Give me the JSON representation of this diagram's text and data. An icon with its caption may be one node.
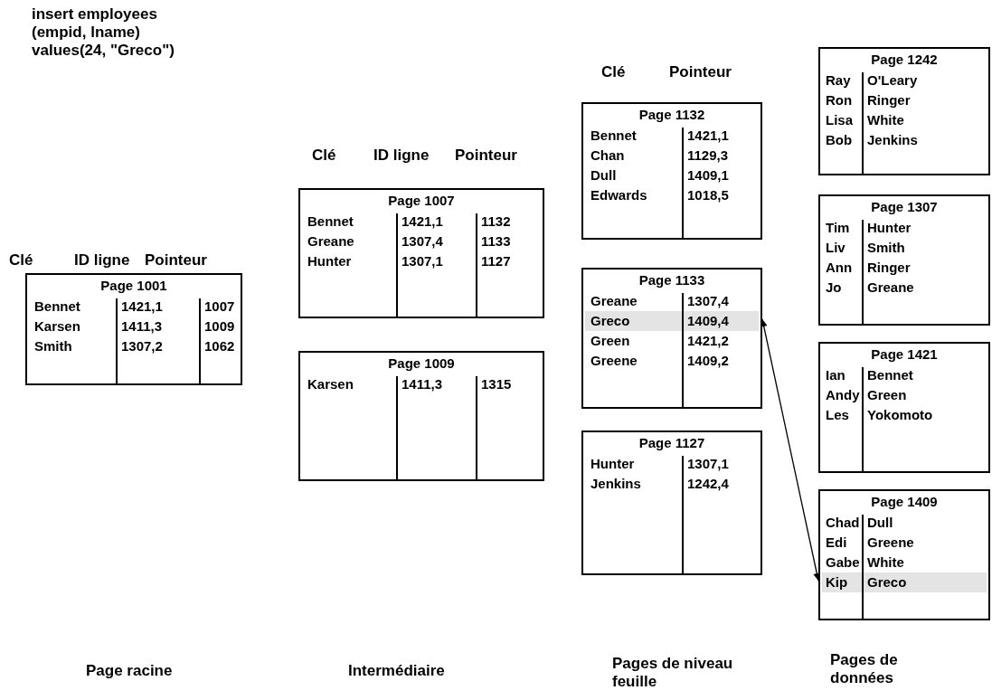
{
  "diagram": {
    "nodes": [
      {
        "text": [
          "Page 1001",
          "Bennet",
          "1421,1",
          "1007",
          "Karsen",
          "1411,3",
          "1009",
          "Smith",
          "1307,2",
          "1062"
        ]
      },
      {
        "text": [
          "Page 1007",
          "Bennet",
          "1421,1",
          "1132",
          "Greane",
          "1307,4",
          "1133",
          "Hunter",
          "1307,1",
          "1127"
        ]
      },
      {
        "text": [
          "Page 1009",
          "Karsen",
          "1411,3",
          "1315"
        ]
      },
      {
        "text": [
          "Page 1132",
          "Bennet",
          "1421,1",
          "Chan",
          "1129,3",
          "Dull",
          "1409,1",
          "Edwards",
          "1018,5"
        ]
      },
      {
        "text": [
          "Page 1133",
          "Greane",
          "1307,4",
          "Greco",
          "1409,4",
          "Green",
          "1421,2",
          "Greene",
          "1409,2"
        ]
      },
      {
        "text": [
          "Page 1127",
          "Hunter",
          "1307,1",
          "Jenkins",
          "1242,4"
        ]
      },
      {
        "text": [
          "Page 1242",
          "Ray",
          "O'Leary",
          "Ron",
          "Ringer",
          "Lisa",
          "White",
          "Bob",
          "Jenkins"
        ]
      },
      {
        "text": [
          "Page 1307",
          "Tim",
          "Hunter",
          "Liv",
          "Smith",
          "Ann",
          "Ringer",
          "Jo",
          "Greane"
        ]
      },
      {
        "text": [
          "Page 1421",
          "Ian",
          "Bennet",
          "Andy",
          "Green",
          "Les",
          "Yokomoto"
        ]
      },
      {
        "text": [
          "Page 1409",
          "Chad",
          "Dull",
          "Edi",
          "Greene",
          "Gabe",
          "White",
          "Kip",
          "Greco"
        ]
      }
    ],
    "edges": [
      {
        "from": 4,
        "to": 9,
        "arrow": "both"
      }
    ],
    "labels": [
      "insert employees (empid, lname) values(24, \"Greco\")",
      "Clé",
      "ID ligne",
      "Pointeur",
      "Clé",
      "ID ligne",
      "Pointeur",
      "Clé",
      "Pointeur",
      "Page racine",
      "Intermédiaire",
      "Pages de niveau feuille",
      "Pages de données"
    ]
  }
}
